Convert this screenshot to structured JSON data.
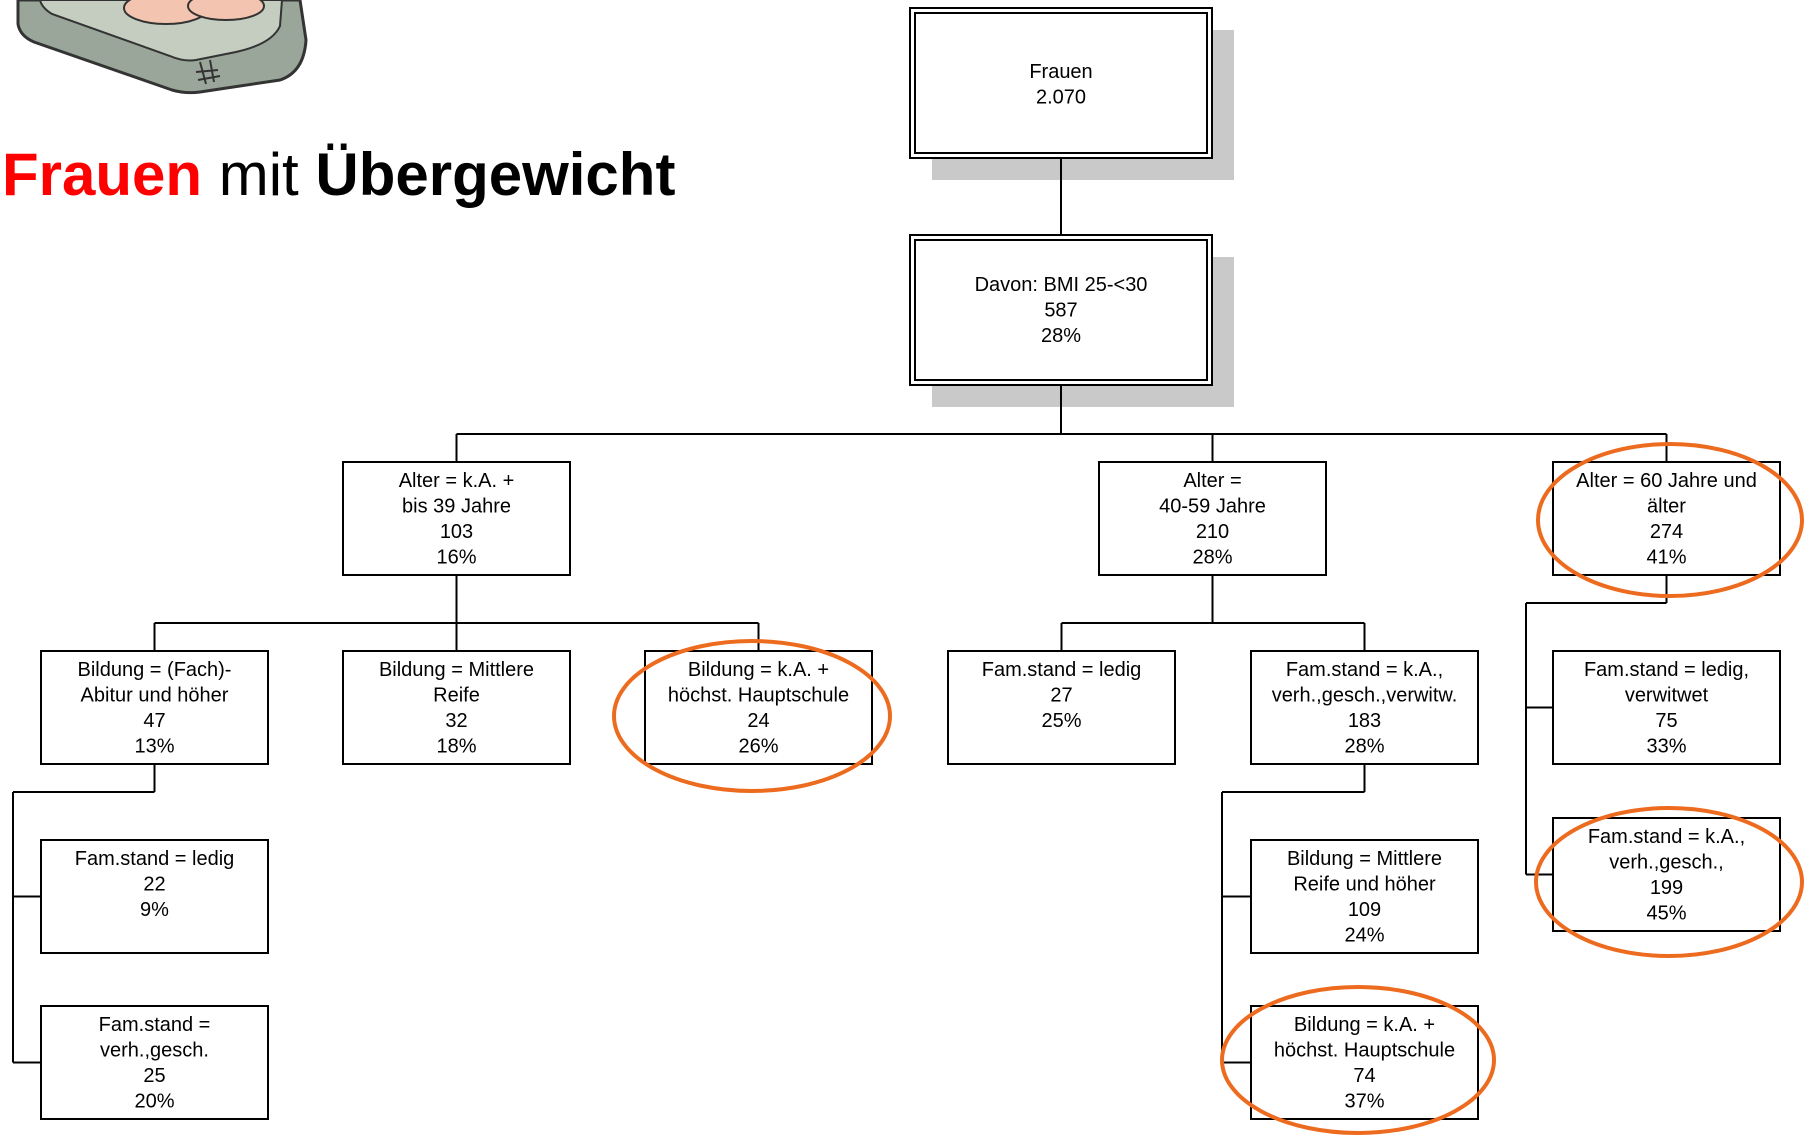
{
  "title": {
    "part1": "Frauen",
    "part2": " mit ",
    "part3": "Übergewicht"
  },
  "colors": {
    "title_accent": "#ff0000",
    "highlight_ellipse": "#ed6b1f",
    "shadow": "#c9c9c9"
  },
  "illustration": {
    "icon": "bathroom-scale-icon"
  },
  "nodes": [
    {
      "id": "root",
      "lines": [
        "Frauen",
        "2.070"
      ],
      "style": "double"
    },
    {
      "id": "bmi",
      "lines": [
        "Davon: BMI 25-<30",
        "587",
        "28%"
      ],
      "style": "double"
    },
    {
      "id": "age-young",
      "lines": [
        "Alter = k.A. +",
        "bis 39 Jahre",
        "103",
        "16%"
      ]
    },
    {
      "id": "age-mid",
      "lines": [
        "Alter =",
        "40-59 Jahre",
        "210",
        "28%"
      ]
    },
    {
      "id": "age-old",
      "lines": [
        "Alter = 60 Jahre und",
        "älter",
        "274",
        "41%"
      ],
      "highlighted": true
    },
    {
      "id": "edu-abitur",
      "lines": [
        "Bildung = (Fach)-",
        "Abitur und höher",
        "47",
        "13%"
      ]
    },
    {
      "id": "edu-mittlere",
      "lines": [
        "Bildung = Mittlere",
        "Reife",
        "32",
        "18%"
      ]
    },
    {
      "id": "edu-haupt-young",
      "lines": [
        "Bildung = k.A. +",
        "höchst. Hauptschule",
        "24",
        "26%"
      ],
      "highlighted": true
    },
    {
      "id": "fam-ledig-mid",
      "lines": [
        "Fam.stand = ledig",
        "27",
        "25%"
      ]
    },
    {
      "id": "fam-verh-mid",
      "lines": [
        "Fam.stand = k.A.,",
        "verh.,gesch.,verwitw.",
        "183",
        "28%"
      ]
    },
    {
      "id": "fam-ledig-old",
      "lines": [
        "Fam.stand = ledig,",
        "verwitwet",
        "75",
        "33%"
      ]
    },
    {
      "id": "fam-verh-old",
      "lines": [
        "Fam.stand = k.A.,",
        "verh.,gesch.,",
        "199",
        "45%"
      ],
      "highlighted": true
    },
    {
      "id": "fam-ledig-abitur",
      "lines": [
        "Fam.stand = ledig",
        "22",
        "9%"
      ]
    },
    {
      "id": "fam-verh-abitur",
      "lines": [
        "Fam.stand =",
        "verh.,gesch.",
        "25",
        "20%"
      ]
    },
    {
      "id": "edu-mittlere-mid",
      "lines": [
        "Bildung = Mittlere",
        "Reife und höher",
        "109",
        "24%"
      ]
    },
    {
      "id": "edu-haupt-mid",
      "lines": [
        "Bildung = k.A. +",
        "höchst. Hauptschule",
        "74",
        "37%"
      ],
      "highlighted": true
    }
  ]
}
